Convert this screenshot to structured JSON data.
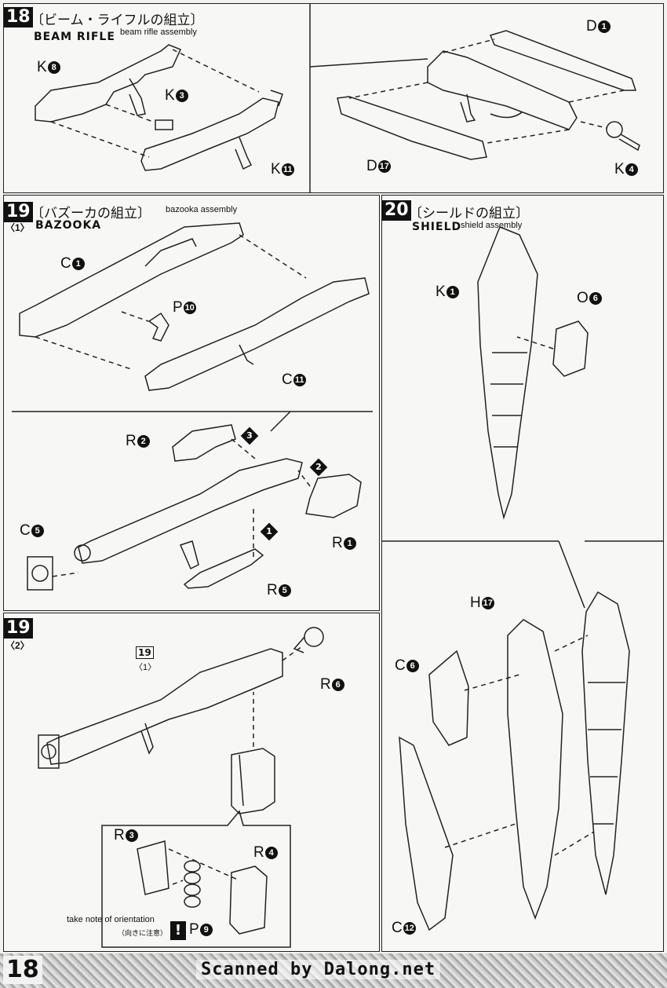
{
  "page_number": "18",
  "scanner_credit": "Scanned by Dalong.net",
  "step18": {
    "number": "18",
    "title_jp": "〔ビーム・ライフルの組立〕",
    "title_en": "BEAM RIFLE",
    "note": "beam rifle assembly",
    "parts": {
      "k8": {
        "l": "K",
        "n": "8"
      },
      "k3": {
        "l": "K",
        "n": "3"
      },
      "k11": {
        "l": "K",
        "n": "11"
      },
      "d1": {
        "l": "D",
        "n": "1"
      },
      "d17": {
        "l": "D",
        "n": "17"
      },
      "k4": {
        "l": "K",
        "n": "4"
      }
    }
  },
  "step19": {
    "number": "19",
    "sub1": "〈1〉",
    "title_jp": "〔バズーカの組立〕",
    "title_en": "BAZOOKA",
    "note": "bazooka assembly",
    "parts": {
      "c1": {
        "l": "C",
        "n": "1"
      },
      "p10": {
        "l": "P",
        "n": "10"
      },
      "c11": {
        "l": "C",
        "n": "11"
      },
      "r2": {
        "l": "R",
        "n": "2"
      },
      "c5": {
        "l": "C",
        "n": "5"
      },
      "r1": {
        "l": "R",
        "n": "1"
      },
      "r5": {
        "l": "R",
        "n": "5"
      }
    },
    "order": [
      "1",
      "2",
      "3"
    ]
  },
  "step19b": {
    "number": "19",
    "sub": "〈2〉",
    "ref_number": "19",
    "ref_sub": "〈1〉",
    "parts": {
      "r6": {
        "l": "R",
        "n": "6"
      },
      "r3": {
        "l": "R",
        "n": "3"
      },
      "r4": {
        "l": "R",
        "n": "4"
      },
      "p9": {
        "l": "P",
        "n": "9"
      }
    },
    "note_en": "take note of orientation",
    "note_jp": "（向きに注意）",
    "warning": "!"
  },
  "step20": {
    "number": "20",
    "title_jp": "〔シールドの組立〕",
    "title_en": "SHIELD",
    "note": "shield assembly",
    "parts": {
      "k1": {
        "l": "K",
        "n": "1"
      },
      "o6": {
        "l": "O",
        "n": "6"
      },
      "h17": {
        "l": "H",
        "n": "17"
      },
      "c6": {
        "l": "C",
        "n": "6"
      },
      "c12": {
        "l": "C",
        "n": "12"
      }
    }
  }
}
